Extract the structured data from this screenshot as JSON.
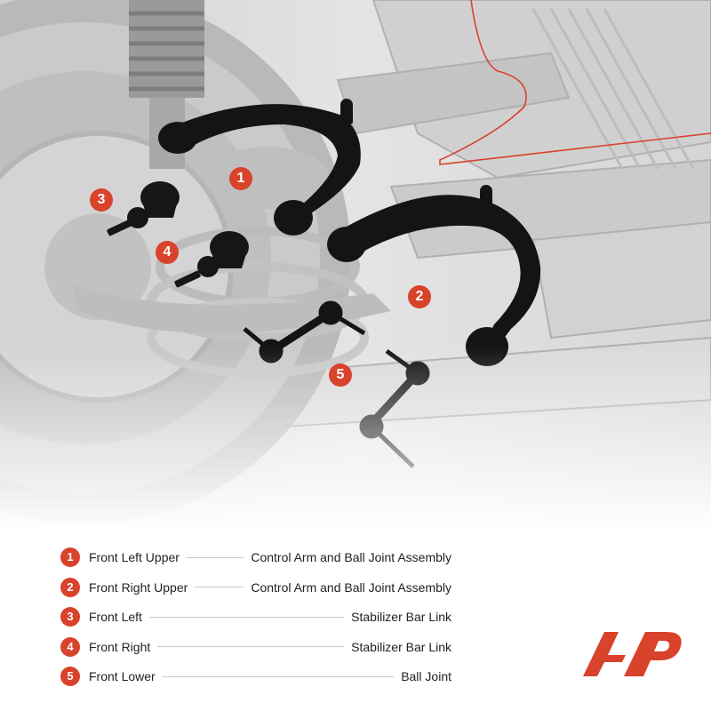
{
  "colors": {
    "accent": "#d9422b",
    "part_black": "#111111",
    "background_gray": "#e6e6e6"
  },
  "callouts": [
    {
      "number": "1"
    },
    {
      "number": "2"
    },
    {
      "number": "3"
    },
    {
      "number": "4"
    },
    {
      "number": "5"
    }
  ],
  "legend": [
    {
      "number": "1",
      "name": "Front Left Upper",
      "desc": "Control Arm and Ball Joint Assembly"
    },
    {
      "number": "2",
      "name": "Front Right Upper",
      "desc": "Control Arm and Ball Joint Assembly"
    },
    {
      "number": "3",
      "name": "Front Left",
      "desc": "Stabilizer Bar Link"
    },
    {
      "number": "4",
      "name": "Front Right",
      "desc": "Stabilizer Bar Link"
    },
    {
      "number": "5",
      "name": "Front Lower",
      "desc": "Ball Joint"
    }
  ],
  "logo": {
    "icon": "ap-logo-icon"
  }
}
